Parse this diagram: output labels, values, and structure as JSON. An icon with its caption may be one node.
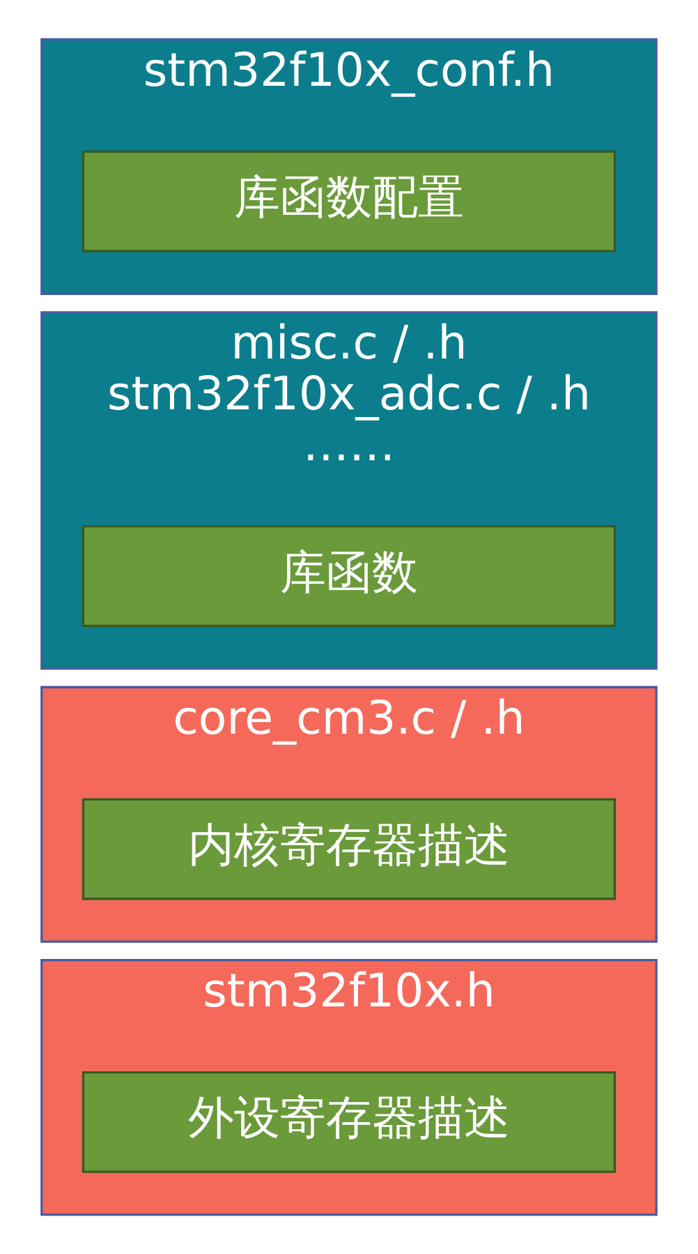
{
  "diagram": {
    "nodes": [
      {
        "text": [
          "stm32f10x.h"
        ]
      },
      {
        "text": [
          "外设寄存器描述"
        ],
        "in": 0
      },
      {
        "text": [
          "core_cm3.c / .h"
        ]
      },
      {
        "text": [
          "内核寄存器描述"
        ],
        "in": 2
      },
      {
        "text": [
          "misc.c / .h",
          "stm32f10x_adc.c / .h",
          "……"
        ]
      },
      {
        "text": [
          "库函数"
        ],
        "in": 4
      },
      {
        "text": [
          "stm32f10x_conf.h"
        ]
      },
      {
        "text": [
          "库函数配置"
        ],
        "in": 6
      }
    ],
    "edges": []
  }
}
